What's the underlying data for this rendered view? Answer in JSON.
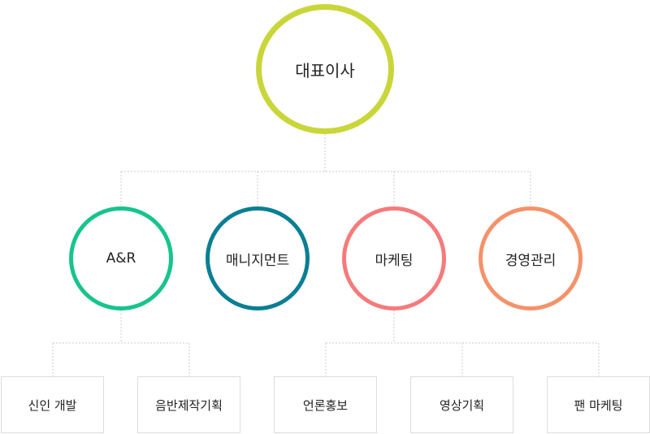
{
  "ceo": {
    "label": "대표이사",
    "color": "#c9d63a"
  },
  "departments": [
    {
      "label": "A&R",
      "color": "#16c48c"
    },
    {
      "label": "매니지먼트",
      "color": "#0a7f93"
    },
    {
      "label": "마케팅",
      "color": "#f57b7b"
    },
    {
      "label": "경영관리",
      "color": "#f4926a"
    }
  ],
  "teams": [
    {
      "label": "신인 개발",
      "parent": "A&R"
    },
    {
      "label": "음반제작기획",
      "parent": "A&R"
    },
    {
      "label": "언론홍보",
      "parent": "마케팅"
    },
    {
      "label": "영상기획",
      "parent": "마케팅"
    },
    {
      "label": "팬 마케팅",
      "parent": "마케팅"
    }
  ],
  "connector_color": "#cccccc"
}
